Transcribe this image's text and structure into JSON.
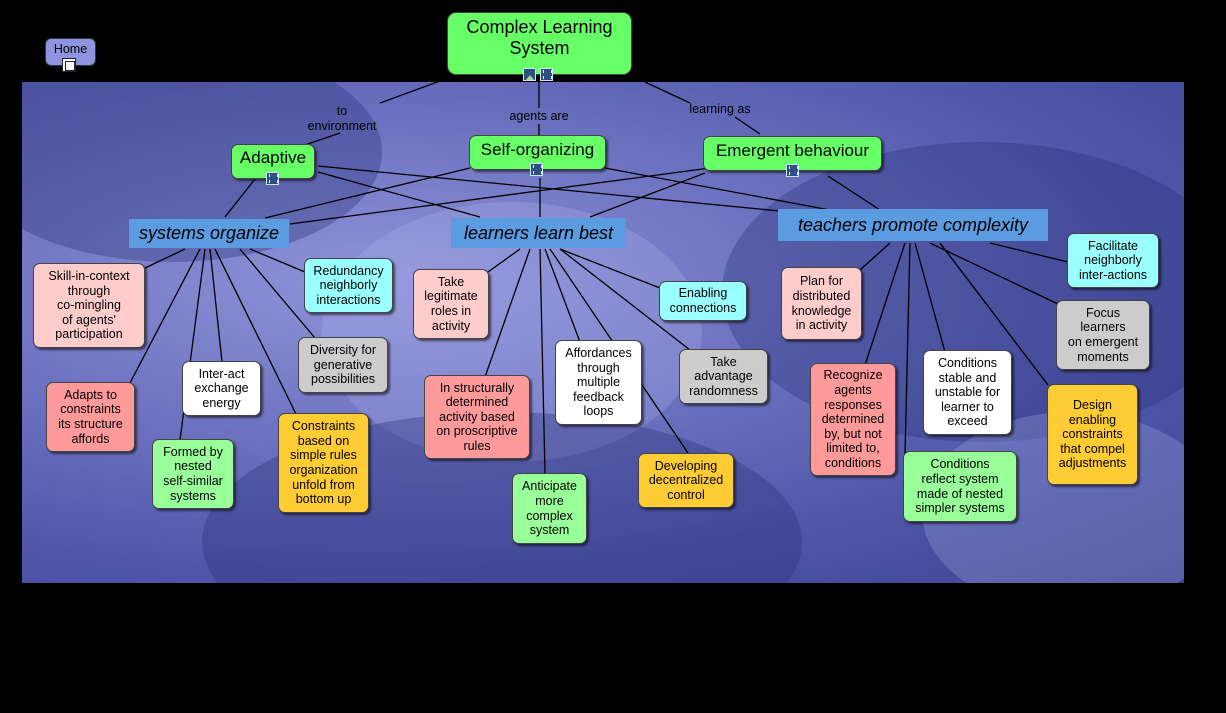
{
  "home": {
    "label": "Home"
  },
  "root": {
    "label": "Complex Learning\nSystem"
  },
  "links": {
    "to_environment": "to\nenvironment",
    "agents_are": "agents are",
    "learning_as": "learning as"
  },
  "concepts": {
    "adaptive": "Adaptive",
    "self_organizing": "Self-organizing",
    "emergent": "Emergent behaviour"
  },
  "categories": {
    "systems": "systems organize",
    "learners": "learners learn best",
    "teachers": "teachers promote complexity"
  },
  "nodes": {
    "skill": "Skill-in-context\nthrough\nco-mingling\nof agents'\nparticipation",
    "redundancy": "Redundancy\nneighborly\ninteractions",
    "diversity": "Diversity for\ngenerative\npossibilities",
    "adapts": "Adapts to\nconstraints\nits structure\naffords",
    "interact": "Inter-act\nexchange\nenergy",
    "formed": "Formed by\nnested\nself-similar\nsystems",
    "constraints": "Constraints\nbased on\nsimple rules\norganization\nunfold from\nbottom up",
    "take_roles": "Take\nlegitimate\nroles in\nactivity",
    "enabling": "Enabling\nconnections",
    "affordances": "Affordances\nthrough\nmultiple\nfeedback\nloops",
    "randomness": "Take\nadvantage\nrandomness",
    "structurally": "In structurally\ndetermined\nactivity based\non proscriptive\nrules",
    "anticipate": "Anticipate\nmore\ncomplex\nsystem",
    "decentralized": "Developing\ndecentralized\ncontrol",
    "plan": "Plan for\ndistributed\nknowledge\nin activity",
    "facilitate": "Facilitate\nneighborly\ninter-actions",
    "focus": "Focus\nlearners\non emergent\nmoments",
    "recognize": "Recognize\nagents\nresponses\ndetermined\nby, but not\nlimited to,\nconditions",
    "conditions_stable": "Conditions\nstable and\nunstable for\nlearner to\nexceed",
    "design": "Design\nenabling\nconstraints\nthat compel\nadjustments",
    "conditions_reflect": "Conditions\nreflect system\nmade of nested\nsimpler systems"
  },
  "colors": {
    "connector": "#000000",
    "category_fill": "#5b9be0",
    "root_fill": "#66ff66"
  }
}
